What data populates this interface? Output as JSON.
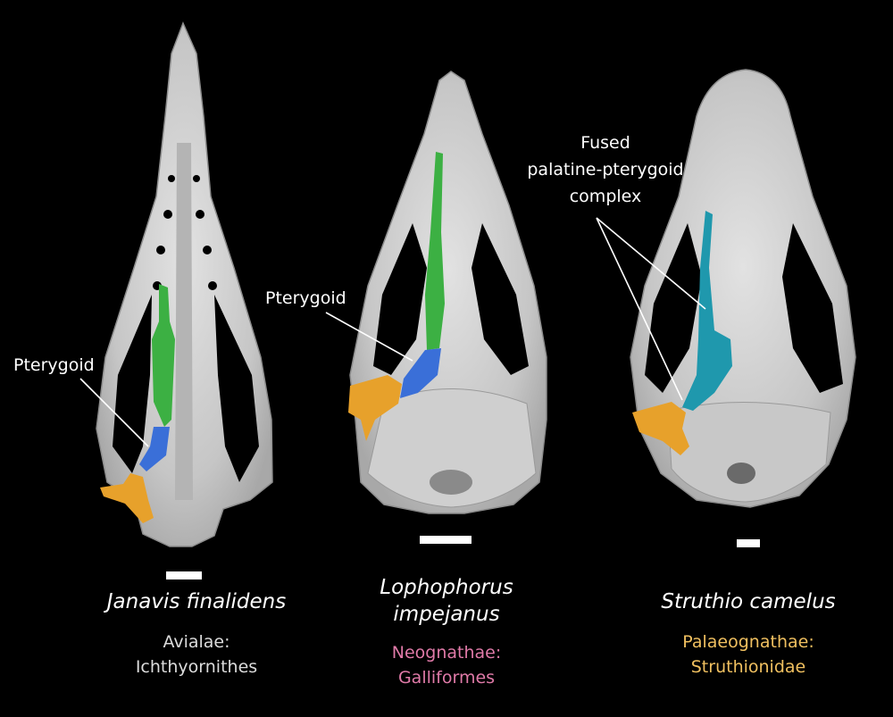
{
  "labels": {
    "pterygoid_left": "Pterygoid",
    "pterygoid_middle": "Pterygoid",
    "fused_line1": "Fused",
    "fused_line2": "palatine-pterygoid",
    "fused_line3": "complex"
  },
  "specimens": [
    {
      "species_line1": "Janavis finalidens",
      "species_line2": "",
      "taxon_line1": "Avialae:",
      "taxon_line2": "Ichthyornithes",
      "taxon_color": "#dcdcdc"
    },
    {
      "species_line1": "Lophophorus",
      "species_line2": "impejanus",
      "taxon_line1": "Neognathae:",
      "taxon_line2": "Galliformes",
      "taxon_color": "#e07aa8"
    },
    {
      "species_line1": "Struthio camelus",
      "species_line2": "",
      "taxon_line1": "Palaeognathae:",
      "taxon_line2": "Struthionidae",
      "taxon_color": "#f0c060"
    }
  ],
  "colors": {
    "bone": "#d4d4d4",
    "bone_shade": "#9a9a9a",
    "pterygoid_green": "#3cb043",
    "pterygoid_blue": "#3a6fd8",
    "palatine_teal": "#1f98ad",
    "quadrate_orange": "#e7a12b"
  }
}
